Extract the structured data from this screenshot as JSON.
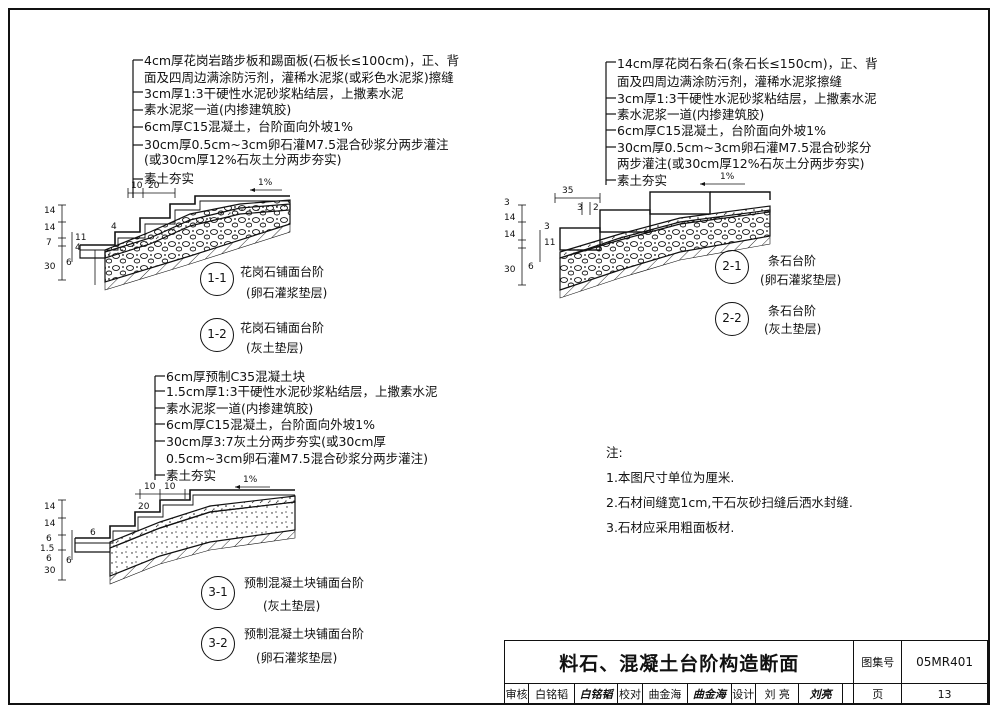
{
  "section11": {
    "layers": [
      "4cm厚花岗岩踏步板和踢面板(石板长≤100cm)，正、背",
      "面及四周边满涂防污剂，灌稀水泥浆(或彩色水泥浆)擦缝",
      "3cm厚1:3干硬性水泥砂浆粘结层，上撒素水泥",
      "素水泥浆一道(内掺建筑胶)",
      "6cm厚C15混凝土，台阶面向外坡1%",
      "30cm厚0.5cm~3cm卵石灌M7.5混合砂浆分两步灌注",
      "(或30cm厚12%石灰土分两步夯实)",
      "素土夯实"
    ],
    "dims": {
      "top": [
        "10",
        "20"
      ],
      "slope": "1%",
      "left": [
        "14",
        "14",
        "7",
        "30",
        "11",
        "4",
        "6"
      ],
      "small": "4"
    },
    "captions": [
      {
        "num": "1-1",
        "title": "花岗石铺面台阶",
        "sub": "(卵石灌浆垫层)"
      },
      {
        "num": "1-2",
        "title": "花岗石铺面台阶",
        "sub": "(灰土垫层)"
      }
    ]
  },
  "section21": {
    "layers": [
      "14cm厚花岗石条石(条石长≤150cm)，正、背",
      "面及四周边满涂防污剂，灌稀水泥浆擦缝",
      "3cm厚1:3干硬性水泥砂浆粘结层，上撒素水泥",
      "素水泥浆一道(内掺建筑胶)",
      "6cm厚C15混凝土，台阶面向外坡1%",
      "30cm厚0.5cm~3cm卵石灌M7.5混合砂浆分",
      "两步灌注(或30cm厚12%石灰土分两步夯实)",
      "素土夯实"
    ],
    "dims": {
      "top": [
        "35"
      ],
      "mid": [
        "3",
        "2"
      ],
      "slope": "1%",
      "left": [
        "3",
        "14",
        "14",
        "30",
        "6",
        "11",
        "3"
      ]
    },
    "captions": [
      {
        "num": "2-1",
        "title": "条石台阶",
        "sub": "(卵石灌浆垫层)"
      },
      {
        "num": "2-2",
        "title": "条石台阶",
        "sub": "(灰土垫层)"
      }
    ]
  },
  "section31": {
    "layers": [
      "6cm厚预制C35混凝土块",
      "1.5cm厚1:3干硬性水泥砂浆粘结层，上撒素水泥",
      "素水泥浆一道(内掺建筑胶)",
      "6cm厚C15混凝土，台阶面向外坡1%",
      "30cm厚3:7灰土分两步夯实(或30cm厚",
      "0.5cm~3cm卵石灌M7.5混合砂浆分两步灌注)",
      "素土夯实"
    ],
    "dims": {
      "top": [
        "10",
        "10"
      ],
      "mid": [
        "20"
      ],
      "slope": "1%",
      "left": [
        "14",
        "14",
        "6",
        "1.5",
        "6",
        "30",
        "6"
      ],
      "small": "6"
    },
    "captions": [
      {
        "num": "3-1",
        "title": "预制混凝土块铺面台阶",
        "sub": "(灰土垫层)"
      },
      {
        "num": "3-2",
        "title": "预制混凝土块铺面台阶",
        "sub": "(卵石灌浆垫层)"
      }
    ]
  },
  "notes": {
    "title": "注:",
    "items": [
      "1.本图尺寸单位为厘米.",
      "2.石材间缝宽1cm,干石灰砂扫缝后洒水封缝.",
      "3.石材应采用粗面板材."
    ]
  },
  "title_block": {
    "drawing_title": "料石、混凝土台阶构造断面",
    "atlas_label": "图集号",
    "atlas_no": "05MR401",
    "review_label": "审核",
    "review_name": "白铭韬",
    "review_sign": "白铭韬",
    "check_label": "校对",
    "check_name": "曲金海",
    "check_sign": "曲金海",
    "design_label": "设计",
    "design_name": "刘 亮",
    "design_sign": "刘亮",
    "page_label": "页",
    "page_no": "13"
  }
}
